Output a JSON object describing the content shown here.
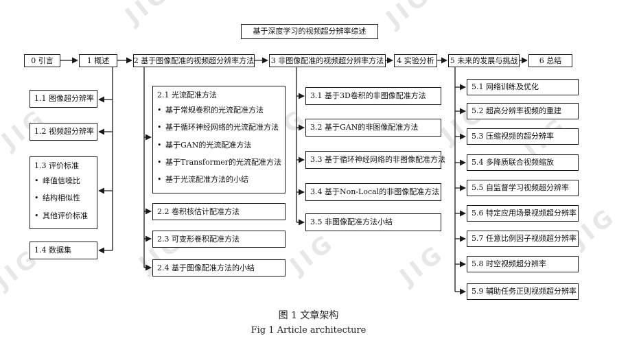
{
  "title": "基于深度学习的视频超分辨率综述",
  "chapters": {
    "c0": "0 引言",
    "c1": "1 概述",
    "c2": "2 基于图像配准的视频超分辨率方法",
    "c3": "3 非图像配准的视频超分辨率方法",
    "c4": "4 实验分析",
    "c5": "5 未来的发展与挑战",
    "c6": "6 总结"
  },
  "ch1": {
    "s1": "1.1 图像超分辨率",
    "s2": "1.2 视频超分辨率",
    "s3": {
      "head": "1.3 评价标准",
      "items": [
        "峰值信噪比",
        "结构相似性",
        "其他评价标准"
      ]
    },
    "s4": "1.4 数据集"
  },
  "ch2": {
    "s1": {
      "head": "2.1 光流配准方法",
      "items": [
        "基于常规卷积的光流配准方法",
        "基于循环神经网络的光流配准方法",
        "基于GAN的光流配准方法",
        "基于Transformer的光流配准方法",
        "基于光流配准方法的小结"
      ]
    },
    "s2": "2.2 卷积核估计配准方法",
    "s3": "2.3 可变形卷积配准方法",
    "s4": "2.4 基于图像配准方法的小结"
  },
  "ch3": [
    "3.1 基于3D卷积的非图像配准方法",
    "3.2 基于GAN的非图像配准方法",
    "3.3 基于循环神经网络的非图像配准方法",
    "3.4 基于Non-Local的非图像配准方法",
    "3.5 非图像配准方法小结"
  ],
  "ch5": [
    "5.1 网络训练及优化",
    "5.2 超高分辨率视频的重建",
    "5.3 压缩视频的超分辨率",
    "5.4 多降质联合视频缩放",
    "5.5 自监督学习视频超分辨率",
    "5.6 特定应用场景视频超分辨率",
    "5.7 任意比例因子视频超分辨率",
    "5.8 时空视频超分辨率",
    "5.9 辅助任务正则视频超分辨率"
  ],
  "bullet_symbol": "•",
  "watermark": "JIG",
  "caption_cn": "图 1  文章架构",
  "caption_en": "Fig 1 Article architecture"
}
